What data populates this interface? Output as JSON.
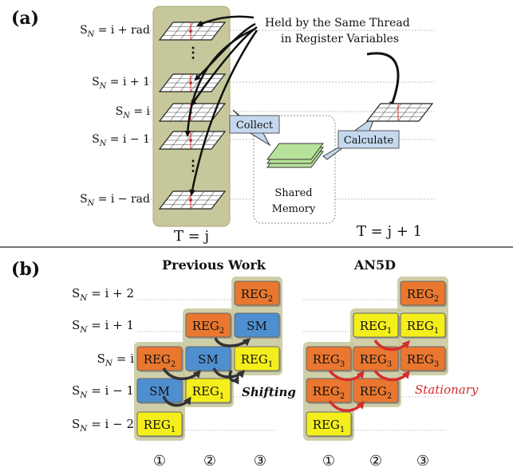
{
  "panel_a": {
    "label": "(a)",
    "levels": [
      "S_N = i + rad",
      "⋮",
      "S_N = i + 1",
      "S_N = i",
      "S_N = i − 1",
      "⋮",
      "S_N = i − rad"
    ],
    "held_note": [
      "Held by the Same Thread",
      "in Register Variables"
    ],
    "collect": "Collect",
    "calculate": "Calculate",
    "shared_memory": [
      "Shared",
      "Memory"
    ],
    "time_left": "T = j",
    "time_right": "T = j + 1"
  },
  "panel_b": {
    "label": "(b)",
    "titles": {
      "previous": "Previous Work",
      "an5d": "AN5D"
    },
    "levels": [
      "S_N = i + 2",
      "S_N = i + 1",
      "S_N = i",
      "S_N = i − 1",
      "S_N = i − 2"
    ],
    "steps": [
      "①",
      "②",
      "③"
    ],
    "shifting": "Shifting",
    "stationary": "Stationary",
    "previous_cells": [
      [
        null,
        null,
        "REG2"
      ],
      [
        null,
        "REG2",
        "SM"
      ],
      [
        "REG2",
        "SM",
        "REG1"
      ],
      [
        "SM",
        "REG1",
        null
      ],
      [
        "REG1",
        null,
        null
      ]
    ],
    "an5d_cells": [
      [
        null,
        null,
        "REG2"
      ],
      [
        null,
        "REG1",
        "REG1"
      ],
      [
        "REG3",
        "REG3",
        "REG3"
      ],
      [
        "REG2",
        "REG2",
        null
      ],
      [
        "REG1",
        null,
        null
      ]
    ]
  },
  "colors": {
    "REG2": "#e9772f",
    "REG3": "#e9772f",
    "SM": "#4f8fd0",
    "REG1": "#f4ee1c",
    "column_band": "#c6c79a",
    "collect_box": "#c5d9ee",
    "shared_memory_sheets": "#b7e29a",
    "red_arrow": "#d62d2d",
    "dark_arrow": "#333333"
  }
}
